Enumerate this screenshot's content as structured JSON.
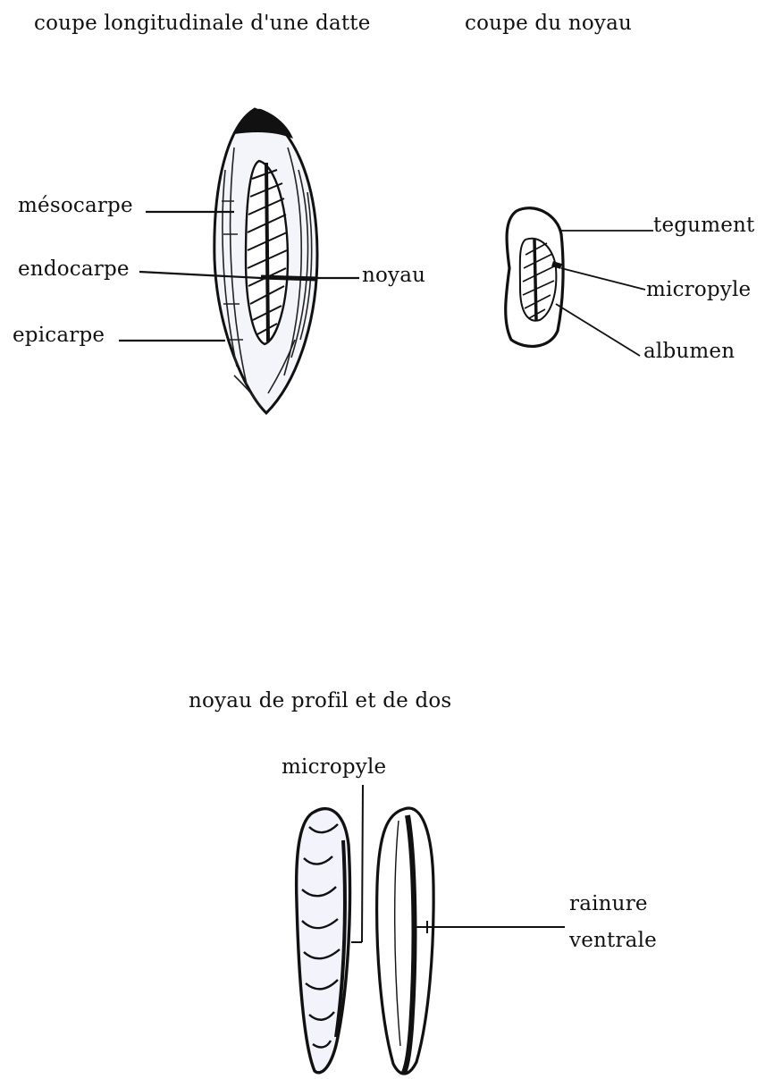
{
  "titles": {
    "date_section": "coupe longitudinale d'une datte",
    "kernel_section": "coupe du noyau",
    "profile": "noyau de profil et de dos"
  },
  "date_labels": {
    "mesocarpe": "mésocarpe",
    "endocarpe": "endocarpe",
    "epicarpe": "epicarpe",
    "noyau": "noyau"
  },
  "kernel_labels": {
    "tegument": "tegument",
    "micropyle": "micropyle",
    "albumen": "albumen"
  },
  "profile_labels": {
    "micropyle": "micropyle",
    "rainure_line1": "rainure",
    "rainure_line2": "ventrale"
  }
}
